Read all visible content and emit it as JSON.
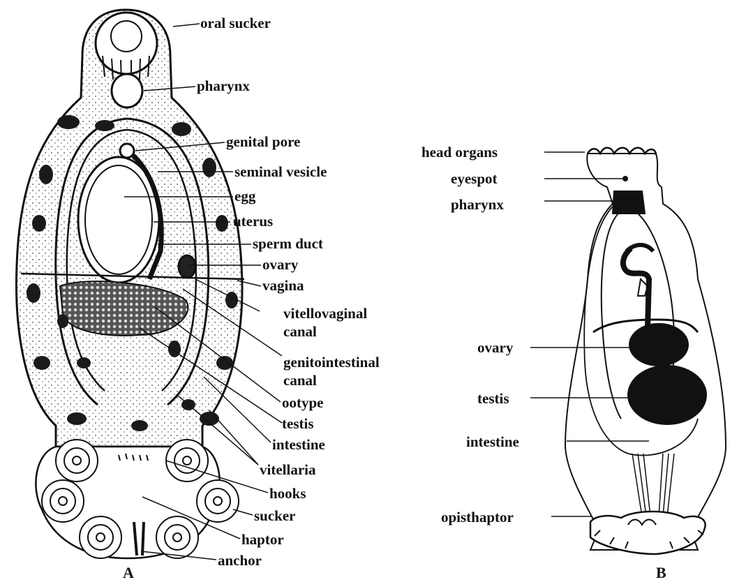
{
  "figure_a": {
    "caption": "A",
    "labels": {
      "oral_sucker": "oral sucker",
      "pharynx": "pharynx",
      "genital_pore": "genital pore",
      "seminal_vesicle": "seminal vesicle",
      "egg": "egg",
      "uterus": "uterus",
      "sperm_duct": "sperm duct",
      "ovary": "ovary",
      "vagina": "vagina",
      "vitellovaginal_canal_1": "vitellovaginal",
      "vitellovaginal_canal_2": "canal",
      "genitointestinal_canal_1": "genitointestinal",
      "genitointestinal_canal_2": "canal",
      "ootype": "ootype",
      "testis": "testis",
      "intestine": "intestine",
      "vitellaria": "vitellaria",
      "hooks": "hooks",
      "sucker": "sucker",
      "haptor": "haptor",
      "anchor": "anchor"
    }
  },
  "figure_b": {
    "caption": "B",
    "labels": {
      "head_organs": "head organs",
      "eyespot": "eyespot",
      "pharynx": "pharynx",
      "ovary": "ovary",
      "testis": "testis",
      "intestine": "intestine",
      "opisthaptor": "opisthaptor"
    }
  },
  "colors": {
    "ink": "#111111",
    "paper": "#ffffff",
    "stipple": "#444444"
  }
}
